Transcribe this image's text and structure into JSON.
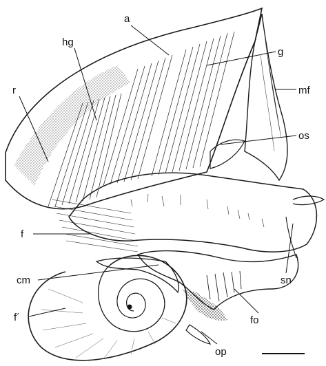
{
  "figure": {
    "labels": {
      "a": "a",
      "g": "g",
      "hg": "hg",
      "mf": "mf",
      "r": "r",
      "os": "os",
      "f": "f",
      "cm": "cm",
      "f_prime": "f´",
      "fo": "fo",
      "sn": "sn",
      "op": "op"
    },
    "scale_bar": {
      "label": ""
    }
  }
}
